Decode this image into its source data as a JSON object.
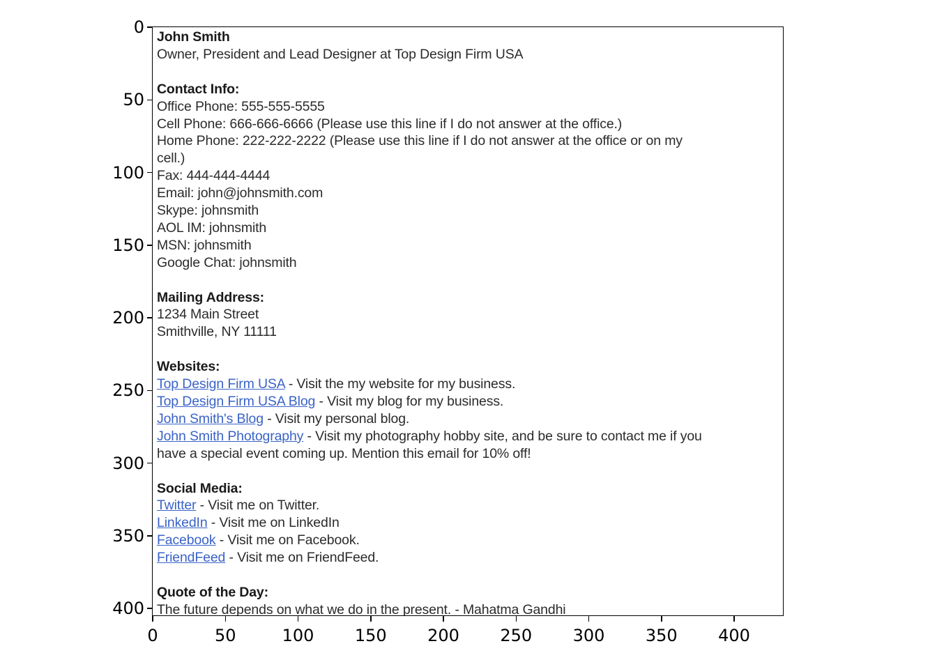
{
  "axes": {
    "y_ticks": [
      "0",
      "50",
      "100",
      "150",
      "200",
      "250",
      "300",
      "350",
      "400"
    ],
    "x_ticks": [
      "0",
      "50",
      "100",
      "150",
      "200",
      "250",
      "300",
      "350",
      "400"
    ]
  },
  "signature": {
    "name": "John Smith",
    "title": "Owner, President and Lead Designer at Top Design Firm USA",
    "contact": {
      "heading": "Contact Info:",
      "lines": [
        "Office Phone: 555-555-5555",
        "Cell Phone: 666-666-6666 (Please use this line if I do not answer at the office.)",
        "Home Phone: 222-222-2222 (Please use this line if I do not answer at the office or on my",
        "cell.)",
        "Fax: 444-444-4444",
        "Email: john@johnsmith.com",
        "Skype: johnsmith",
        "AOL IM: johnsmith",
        "MSN: johnsmith",
        "Google Chat: johnsmith"
      ]
    },
    "mailing": {
      "heading": "Mailing Address:",
      "lines": [
        "1234 Main Street",
        "Smithville, NY 11111"
      ]
    },
    "websites": {
      "heading": "Websites:",
      "items": [
        {
          "link": "Top Design Firm USA",
          "text": " - Visit the my website for my business."
        },
        {
          "link": "Top Design Firm USA Blog",
          "text": " - Visit my blog for my business."
        },
        {
          "link": "John Smith's Blog",
          "text": " - Visit my personal blog."
        },
        {
          "link": "John Smith Photography",
          "text": " - Visit my photography hobby site, and be sure to contact me if you"
        }
      ],
      "continuation": "have a special event coming up. Mention this email for 10% off!"
    },
    "social": {
      "heading": "Social Media:",
      "items": [
        {
          "link": "Twitter",
          "text": " - Visit me on Twitter."
        },
        {
          "link": "LinkedIn",
          "text": " - Visit me on LinkedIn"
        },
        {
          "link": "Facebook",
          "text": " - Visit me on Facebook."
        },
        {
          "link": "FriendFeed",
          "text": " - Visit me on FriendFeed."
        }
      ]
    },
    "quote": {
      "heading": "Quote of the Day:",
      "text": "The future depends on what we do in the present. - Mahatma Gandhi"
    }
  }
}
